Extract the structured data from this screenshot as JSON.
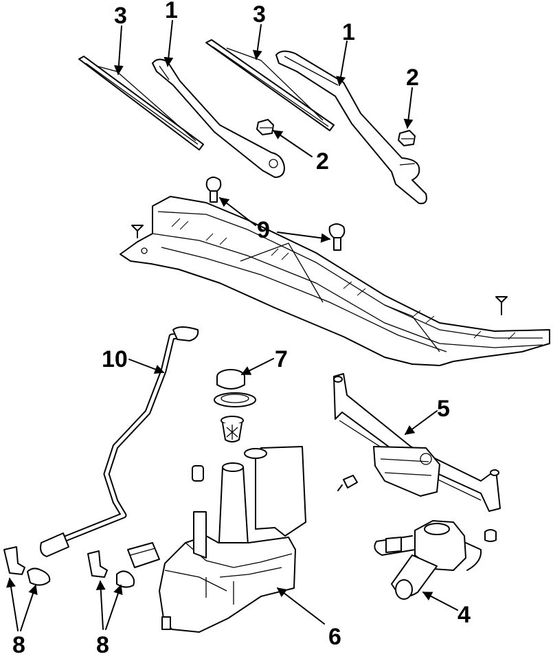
{
  "callouts": {
    "c1a": "1",
    "c1b": "1",
    "c2a": "2",
    "c2b": "2",
    "c3a": "3",
    "c3b": "3",
    "c4": "4",
    "c5": "5",
    "c6": "6",
    "c7": "7",
    "c8a": "8",
    "c8b": "8",
    "c9": "9",
    "c10": "10"
  },
  "parts": {
    "wiper_arm": "wiper-arm",
    "arm_nut": "arm-nut",
    "wiper_blade": "wiper-blade",
    "wiper_motor": "wiper-motor",
    "wiper_linkage": "wiper-linkage",
    "washer_reservoir": "washer-reservoir",
    "reservoir_cap": "reservoir-cap",
    "washer_nozzle": "washer-nozzle",
    "cowl_cover_clip": "cowl-cover-clip",
    "washer_hose": "washer-hose",
    "cowl_panel": "cowl-panel"
  }
}
